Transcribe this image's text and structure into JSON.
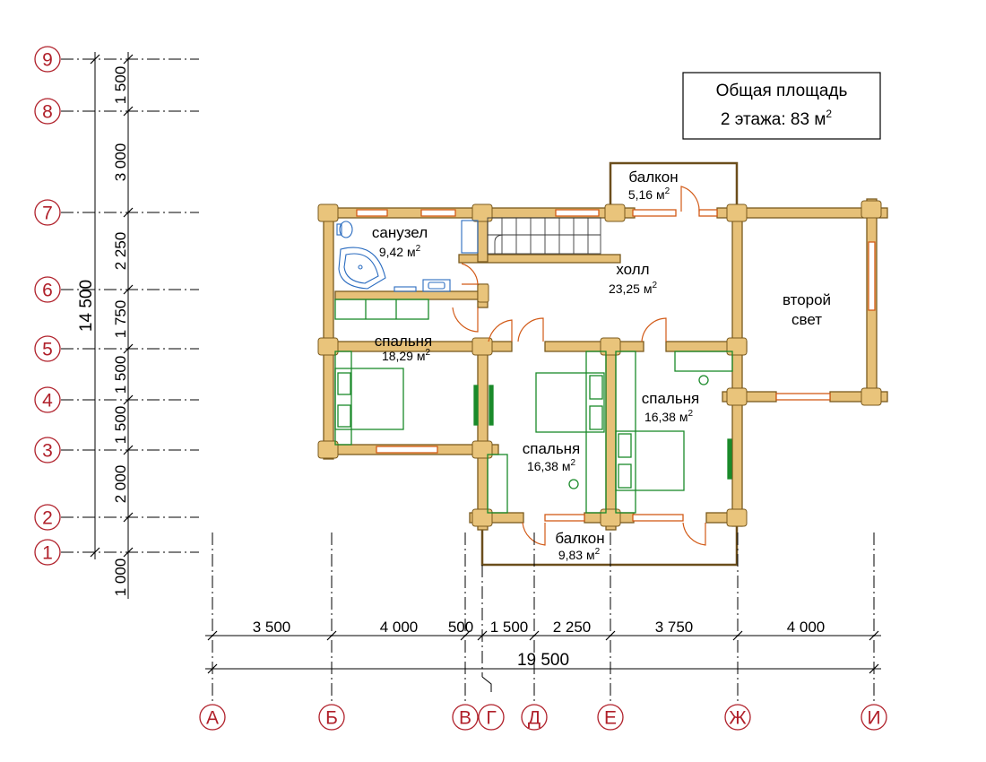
{
  "title_box": {
    "line1": "Общая площадь",
    "line2": "2 этажа: 83 м",
    "line2_sup": "2"
  },
  "row_axes": [
    "9",
    "8",
    "7",
    "6",
    "5",
    "4",
    "3",
    "2",
    "1"
  ],
  "col_axes": [
    "А",
    "Б",
    "В",
    "Г",
    "Д",
    "Е",
    "Ж",
    "И"
  ],
  "vertical_dims": [
    "1 500",
    "3 000",
    "2 250",
    "1 750",
    "1 500",
    "1 500",
    "2 000",
    "1 000"
  ],
  "vertical_total": "14 500",
  "horizontal_dims": [
    "3 500",
    "4 000",
    "500",
    "1 500",
    "2 250",
    "3 750",
    "4 000"
  ],
  "horizontal_total": "19 500",
  "rooms": {
    "balcony_top": {
      "name": "балкон",
      "area": "5,16 м",
      "sup": "2"
    },
    "bathroom": {
      "name": "санузел",
      "area": "9,42 м",
      "sup": "2"
    },
    "hall": {
      "name": "холл",
      "area": "23,25 м",
      "sup": "2"
    },
    "second_light": {
      "name1": "второй",
      "name2": "свет"
    },
    "bedroom_left": {
      "name": "спальня",
      "area": "18,29 м",
      "sup": "2"
    },
    "bedroom_right": {
      "name": "спальня",
      "area": "16,38 м",
      "sup": "2"
    },
    "bedroom_middle": {
      "name": "спальня",
      "area": "16,38 м",
      "sup": "2"
    },
    "balcony_bottom": {
      "name": "балкон",
      "area": "9,83 м",
      "sup": "2"
    }
  },
  "colors": {
    "axis_marker": "#b0202a",
    "log_wall": "#e6c078",
    "window_door": "#d25a17",
    "furniture": "#1a8a2a"
  }
}
